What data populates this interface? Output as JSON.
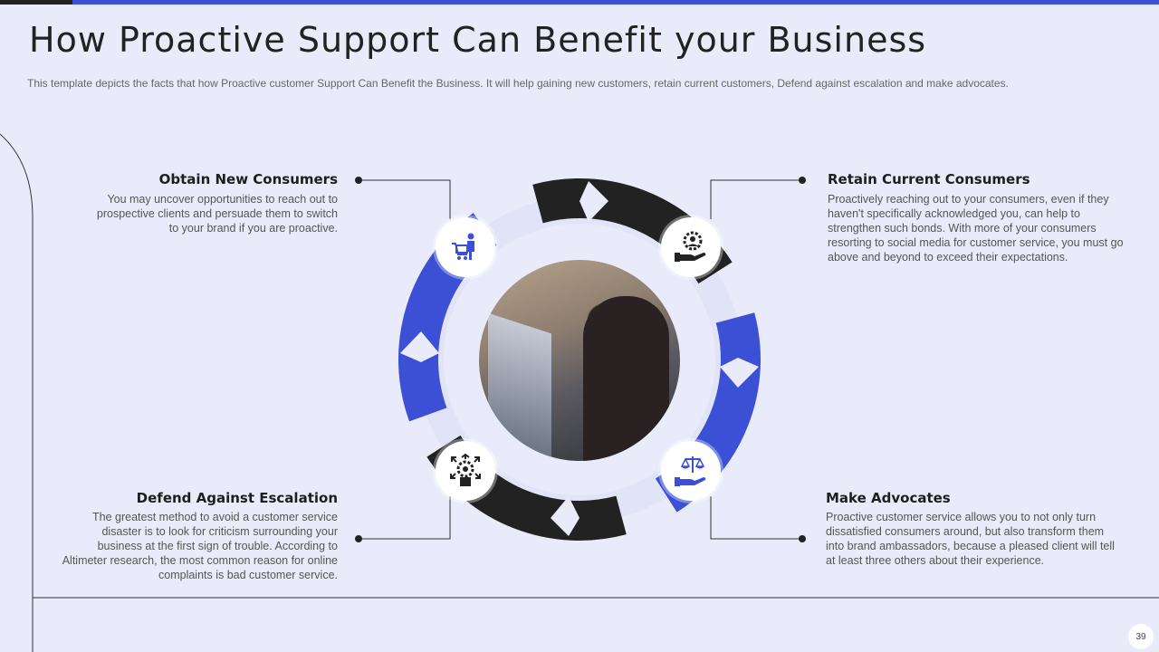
{
  "slide": {
    "title": "How Proactive Support Can Benefit your Business",
    "subtitle": "This template depicts the facts that how Proactive customer Support Can Benefit the Business. It will help gaining new customers, retain current customers, Defend against escalation and make advocates.",
    "page_number": "39"
  },
  "colors": {
    "accent": "#3b50d4",
    "dark": "#222222",
    "background": "#e9ebfa"
  },
  "sections": {
    "obtain": {
      "heading": "Obtain New Consumers",
      "lines": [
        "You may uncover  opportunities to reach out to",
        "prospective  clients and persuade  them to switch",
        "to your brand  if you are proactive."
      ],
      "icon": "shopping-cart-person-icon"
    },
    "retain": {
      "heading": "Retain Current Consumers",
      "lines": [
        "Proactively  reaching out to your consumers,  even  if they",
        "haven't  specifically acknowledged  you, can help to",
        "strengthen such bonds. With more of your consumers",
        "resorting to social media for customer service, you must go",
        "above  and beyond to exceed their expectations."
      ],
      "icon": "hand-gear-person-icon"
    },
    "defend": {
      "heading": "Defend Against Escalation",
      "lines": [
        "The greatest method to avoid  a customer service",
        "disaster is to look for criticism surrounding  your",
        "business at the first sign of trouble.  According to",
        "Altimeter research, the most common reason for online",
        "complaints is bad customer service."
      ],
      "icon": "gear-arrows-person-icon"
    },
    "advocates": {
      "heading": "Make Advocates",
      "lines": [
        "Proactive  customer service  allows  you to not only turn",
        "dissatisfied consumers around,  but also transform  them",
        "into brand ambassadors, because a pleased client will tell",
        "at least three others about their experience."
      ],
      "icon": "hand-scales-icon"
    }
  }
}
